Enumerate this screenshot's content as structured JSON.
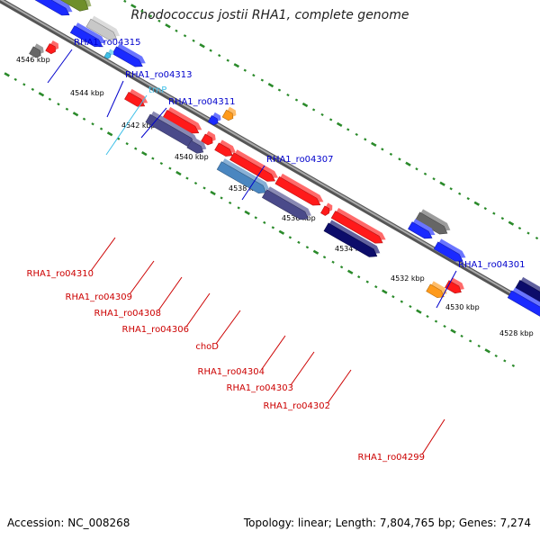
{
  "title": "Rhodococcus jostii RHA1, complete genome",
  "footer": {
    "accession": "Accession: NC_008268",
    "topology": "Topology: linear; Length: 7,804,765 bp; Genes: 7,274"
  },
  "colors": {
    "olive": "#6f8f2a",
    "blue": "#1a2aff",
    "red": "#ff1a1a",
    "gray": "#666666",
    "lightgray": "#c8c8c8",
    "orange": "#ff9a1a",
    "navy": "#0c0c6a",
    "slate": "#4a4a8a",
    "steel": "#4a86c0",
    "cyan": "#40c0e8",
    "dots": "#2a8a2a",
    "backbone": "#777777",
    "label_top": "#0000cc",
    "label_bottom": "#cc0000"
  },
  "scale_ticks": [
    "4546 kbp",
    "4544 kbp",
    "4542 kbp",
    "4540 kbp",
    "4538 kbp",
    "4536 kbp",
    "4534 kbp",
    "4532 kbp",
    "4530 kbp",
    "4528 kbp"
  ],
  "labels_top": [
    {
      "text": "RHA1_ro04315",
      "color": "label_top"
    },
    {
      "text": "RHA1_ro04313",
      "color": "label_top"
    },
    {
      "text": "trnP",
      "color": "cyan"
    },
    {
      "text": "RHA1_ro04311",
      "color": "label_top"
    },
    {
      "text": "RHA1_ro04307",
      "color": "label_top"
    },
    {
      "text": "RHA1_ro04301",
      "color": "label_top"
    }
  ],
  "labels_bottom": [
    {
      "text": "RHA1_ro04310",
      "color": "label_bottom"
    },
    {
      "text": "RHA1_ro04309",
      "color": "label_bottom"
    },
    {
      "text": "RHA1_ro04308",
      "color": "label_bottom"
    },
    {
      "text": "RHA1_ro04306",
      "color": "label_bottom"
    },
    {
      "text": "choD",
      "color": "label_bottom"
    },
    {
      "text": "RHA1_ro04304",
      "color": "label_bottom"
    },
    {
      "text": "RHA1_ro04303",
      "color": "label_bottom"
    },
    {
      "text": "RHA1_ro04302",
      "color": "label_bottom"
    },
    {
      "text": "RHA1_ro04299",
      "color": "label_bottom"
    }
  ],
  "genes": [
    {
      "color": "olive",
      "strand": "plus"
    },
    {
      "color": "blue",
      "strand": "plus"
    },
    {
      "color": "lightgray",
      "strand": "plus"
    },
    {
      "color": "blue",
      "strand": "plus"
    },
    {
      "color": "blue",
      "strand": "plus"
    },
    {
      "color": "cyan",
      "strand": "plus"
    },
    {
      "color": "red",
      "strand": "minus"
    },
    {
      "color": "gray",
      "strand": "minus"
    },
    {
      "color": "red",
      "strand": "minus"
    },
    {
      "color": "red",
      "strand": "minus"
    },
    {
      "color": "slate",
      "strand": "minus"
    },
    {
      "color": "red",
      "strand": "minus"
    },
    {
      "color": "slate",
      "strand": "minus"
    },
    {
      "color": "orange",
      "strand": "plus"
    },
    {
      "color": "blue",
      "strand": "plus"
    },
    {
      "color": "red",
      "strand": "minus"
    },
    {
      "color": "red",
      "strand": "minus"
    },
    {
      "color": "steel",
      "strand": "minus"
    },
    {
      "color": "red",
      "strand": "minus"
    },
    {
      "color": "slate",
      "strand": "minus"
    },
    {
      "color": "red",
      "strand": "minus"
    },
    {
      "color": "red",
      "strand": "minus"
    },
    {
      "color": "navy",
      "strand": "minus"
    },
    {
      "color": "gray",
      "strand": "plus"
    },
    {
      "color": "blue",
      "strand": "plus"
    },
    {
      "color": "blue",
      "strand": "plus"
    },
    {
      "color": "navy",
      "strand": "plus"
    },
    {
      "color": "blue",
      "strand": "plus"
    },
    {
      "color": "red",
      "strand": "minus"
    },
    {
      "color": "orange",
      "strand": "minus"
    }
  ]
}
